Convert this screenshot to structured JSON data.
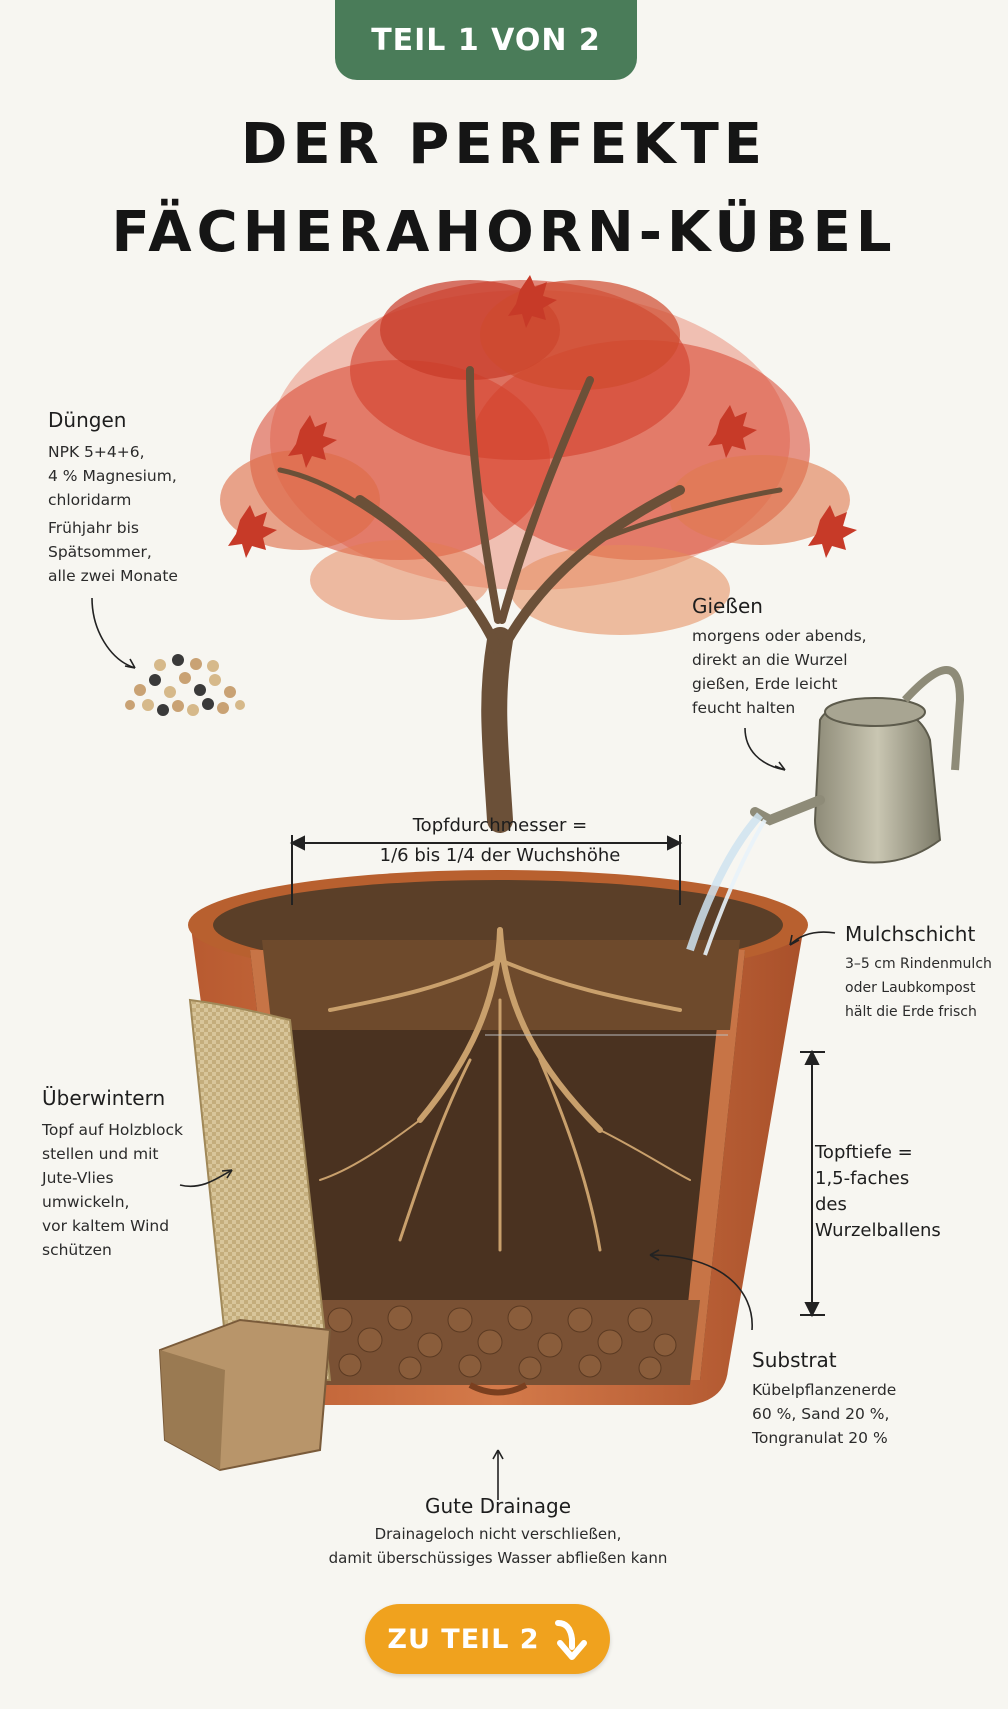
{
  "header": {
    "badge": "TEIL 1 VON 2",
    "title_line1": "DER PERFEKTE",
    "title_line2": "FÄCHERAHORN-KÜBEL"
  },
  "duengen": {
    "heading": "Düngen",
    "line1": "NPK 5+4+6,",
    "line2": "4 % Magnesium,",
    "line3": "chloridarm",
    "line4": "Frühjahr bis",
    "line5": "Spätsommer,",
    "line6": "alle zwei Monate"
  },
  "giessen": {
    "heading": "Gießen",
    "line1": "morgens oder abends,",
    "line2": "direkt an die Wurzel",
    "line3": "gießen, Erde leicht",
    "line4": "feucht halten"
  },
  "topfdurchmesser": {
    "line1": "Topfdurchmesser =",
    "line2": "1/6 bis 1/4 der Wuchshöhe"
  },
  "mulch": {
    "heading": "Mulchschicht",
    "line1": "3–5 cm Rindenmulch",
    "line2": "oder Laubkompost",
    "line3": "hält die Erde frisch"
  },
  "ueberwintern": {
    "heading": "Überwintern",
    "line1": "Topf auf Holzblock",
    "line2": "stellen und mit",
    "line3": "Jute-Vlies",
    "line4": "umwickeln,",
    "line5": "vor kaltem Wind",
    "line6": "schützen"
  },
  "topftiefe": {
    "line1": "Topftiefe =",
    "line2": "1,5-faches",
    "line3": "des",
    "line4": "Wurzelballens"
  },
  "substrat": {
    "heading": "Substrat",
    "line1": "Kübelpflanzenerde",
    "line2": "60 %, Sand 20 %,",
    "line3": "Tongranulat 20 %"
  },
  "drainage": {
    "heading": "Gute Drainage",
    "line1": "Drainageloch nicht verschließen,",
    "line2": "damit überschüssiges Wasser abfließen kann"
  },
  "cta": {
    "label": "ZU TEIL 2"
  },
  "colors": {
    "badge": "#4a7c59",
    "cta": "#f0a21e",
    "background": "#f7f6f1",
    "pot": "#c0653a",
    "soil": "#4a3220",
    "leaves": "#d9442e"
  },
  "icons": [
    "arrow-down-icon",
    "watering-can-icon",
    "fertilizer-granules-icon"
  ]
}
